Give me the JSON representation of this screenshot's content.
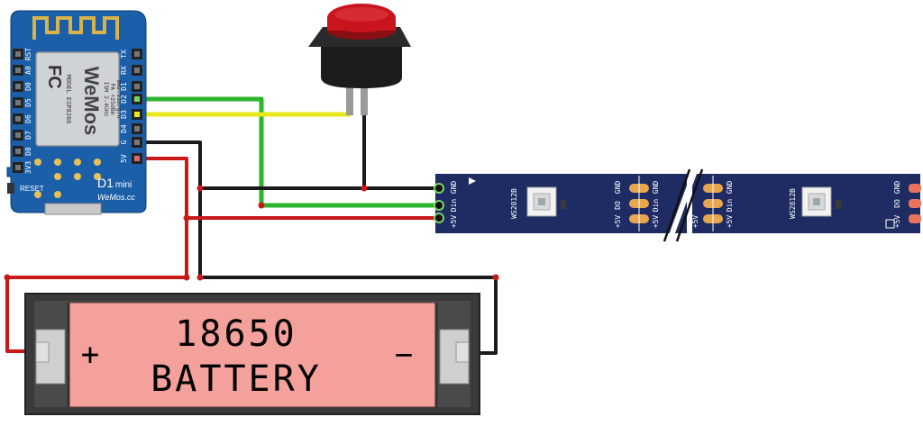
{
  "board": {
    "model_line": "MODEL ESP8266",
    "chip_lines": [
      "ISM 2.4GHz",
      "PA +25dBm",
      "802.11b/g/n"
    ],
    "brand_logo": "WeMos",
    "fc_mark": "FC",
    "name": "D1",
    "name_suffix": "mini",
    "url": "WeMos.cc",
    "reset_label": "RESET",
    "left_pins": [
      "RST",
      "A0",
      "D0",
      "D5",
      "D6",
      "D7",
      "D8",
      "3V3"
    ],
    "right_pins": [
      "TX",
      "RX",
      "D1",
      "D2",
      "D3",
      "D4",
      "G",
      "5V"
    ],
    "color": "#1b5fa8"
  },
  "button": {
    "cap_color": "#c8141c"
  },
  "strip": {
    "input_labels": [
      "GND",
      "Din",
      "+5V"
    ],
    "chip_name": "WS2812B",
    "pad_labels_left": [
      "+5V",
      "DO",
      "GND"
    ],
    "pad_labels_right": [
      "+5V",
      "Din",
      "GND"
    ],
    "end_labels": [
      "GND",
      "DO",
      "+5V"
    ],
    "color": "#1f2b63"
  },
  "battery": {
    "line1": "18650",
    "line2": "BATTERY",
    "plus": "+",
    "minus": "−",
    "body_color": "#f4a09b"
  },
  "wires": {
    "green": "#2db52d",
    "yellow": "#e8e81c",
    "black": "#1a1a1a",
    "red": "#c81818"
  }
}
